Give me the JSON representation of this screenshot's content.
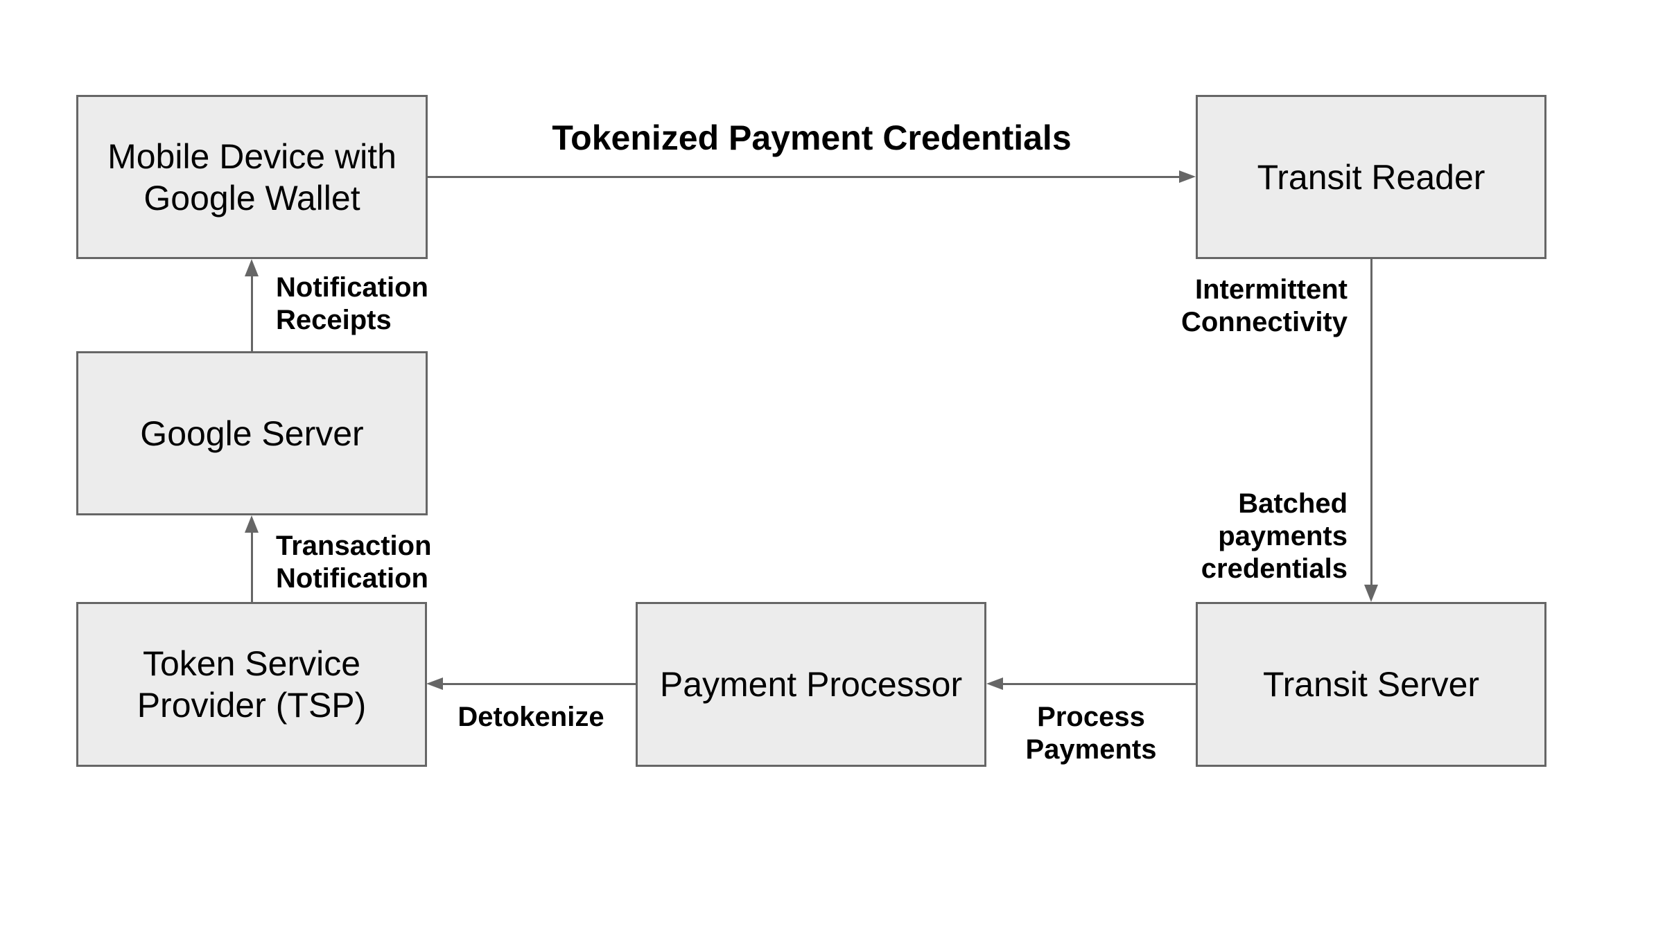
{
  "diagram": {
    "description": "Tokenized transit payment flow with Google Wallet",
    "colors": {
      "background": "#ffffff",
      "box_fill": "#ececec",
      "box_border": "#666666",
      "arrow": "#666666",
      "text": "#000000"
    },
    "nodes": [
      {
        "id": "mobile-device-google-wallet",
        "lines": [
          "Mobile Device with",
          "Google Wallet"
        ]
      },
      {
        "id": "transit-reader",
        "lines": [
          "Transit Reader"
        ]
      },
      {
        "id": "google-server",
        "lines": [
          "Google Server"
        ]
      },
      {
        "id": "token-service-provider",
        "lines": [
          "Token Service",
          "Provider (TSP)"
        ]
      },
      {
        "id": "payment-processor",
        "lines": [
          "Payment Processor"
        ]
      },
      {
        "id": "transit-server",
        "lines": [
          "Transit Server"
        ]
      }
    ],
    "edges": [
      {
        "from": "mobile-device-google-wallet",
        "to": "transit-reader",
        "label": "Tokenized Payment Credentials"
      },
      {
        "from": "transit-reader",
        "to": "transit-server",
        "labels": [
          "Intermittent Connectivity",
          "Batched payments credentials"
        ]
      },
      {
        "from": "transit-server",
        "to": "payment-processor",
        "label": "Process Payments"
      },
      {
        "from": "payment-processor",
        "to": "token-service-provider",
        "label": "Detokenize"
      },
      {
        "from": "token-service-provider",
        "to": "google-server",
        "label": "Transaction Notification"
      },
      {
        "from": "google-server",
        "to": "mobile-device-google-wallet",
        "label": "Notification Receipts"
      }
    ],
    "labels": {
      "tokenized": [
        "Tokenized Payment Credentials"
      ],
      "intermittent": [
        "Intermittent",
        "Connectivity"
      ],
      "batched": [
        "Batched",
        "payments",
        "credentials"
      ],
      "process": [
        "Process",
        "Payments"
      ],
      "detokenize": [
        "Detokenize"
      ],
      "transaction": [
        "Transaction",
        "Notification"
      ],
      "receipts": [
        "Notification",
        "Receipts"
      ]
    }
  }
}
